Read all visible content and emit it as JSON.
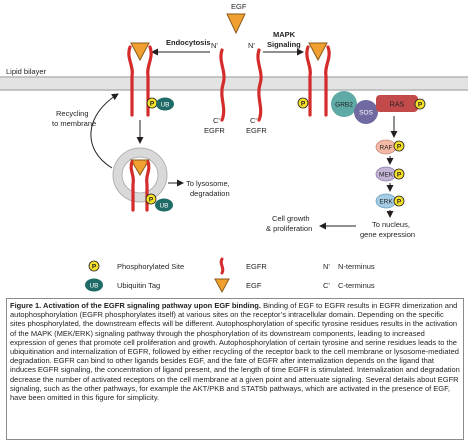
{
  "labels": {
    "egf_top": "EGF",
    "endocytosis": "Endocytosis",
    "mapk": "MAPK",
    "signaling": "Signaling",
    "lipid_bilayer": "Lipid bilayer",
    "n_prime_left": "N'",
    "n_prime_right": "N'",
    "c_prime_left": "C'",
    "c_prime_right": "C'",
    "egfr_left": "EGFR",
    "egfr_right": "EGFR",
    "recycling_1": "Recycling",
    "recycling_2": "to membrane",
    "lysosome_1": "To lysosome,",
    "lysosome_2": "degradation",
    "nucleus_1": "To nucleus,",
    "nucleus_2": "gene expression",
    "growth_1": "Cell growth",
    "growth_2": "& proliferation",
    "ub": "UB",
    "p": "P",
    "grb2": "GRB2",
    "sos": "SOS",
    "ras": "RAS",
    "raf": "RAF",
    "mek": "MEK",
    "erk": "ERK"
  },
  "legend": {
    "phosphorylated": "Phosphorylated Site",
    "ubiquitin": "Ubiquitin Tag",
    "egfr": "EGFR",
    "egf": "EGF",
    "n_symbol": "N'",
    "n_text": "N-terminus",
    "c_symbol": "C'",
    "c_text": "C-terminus"
  },
  "caption": {
    "title": "Figure 1. Activation of the EGFR signaling pathway upon EGF binding.",
    "body": "Binding of EGF to EGFR results in EGFR dimerization and autophosphorylation (EGFR phosphorylates itself) at various sites on the receptor’s intracellular domain. Depending on the specific sites phosphorylated, the downstream effects will be different. Autophosphorylation of specific tyrosine residues results in the activation of the MAPK (MEK/ERK) signaling pathway through the phosphorylation of its downstream components, leading to increased expression of genes that promote cell proliferation and growth. Autophosphorylation of certain tyrosine and serine residues leads to the ubiquitination and internalization of EGFR, followed by either recycling of the receptor back to the cell membrane or lysosome-mediated degradation. EGFR can bind to other ligands besides EGF, and the fate of EGFR after internalization depends on the ligand that induces EGFR signaling, the concentration of ligand present, and the length of time EGFR is stimulated. Internalization and degradation decrease the number of activated receptors on the cell membrane at a given point and attenuate signaling. Several details about EGFR signaling, such as the other pathways, for example the AKT/PKB and STAT5b pathways, which are activated in the presence of EGF, have been omitted in this figure for simplicity."
  },
  "colors": {
    "egfr_red": "#d42b2b",
    "egf_orange": "#f0a030",
    "p_yellow": "#f5e02a",
    "ub_teal": "#1f6b68",
    "grb2_teal": "#5fa9a6",
    "sos_purple": "#6f6aa2",
    "ras_red": "#c24a4a",
    "raf_pink": "#f4b8a6",
    "mek_lilac": "#c4b5d6",
    "erk_blue": "#a6cde6",
    "membrane_gray": "#bdbdbd"
  }
}
